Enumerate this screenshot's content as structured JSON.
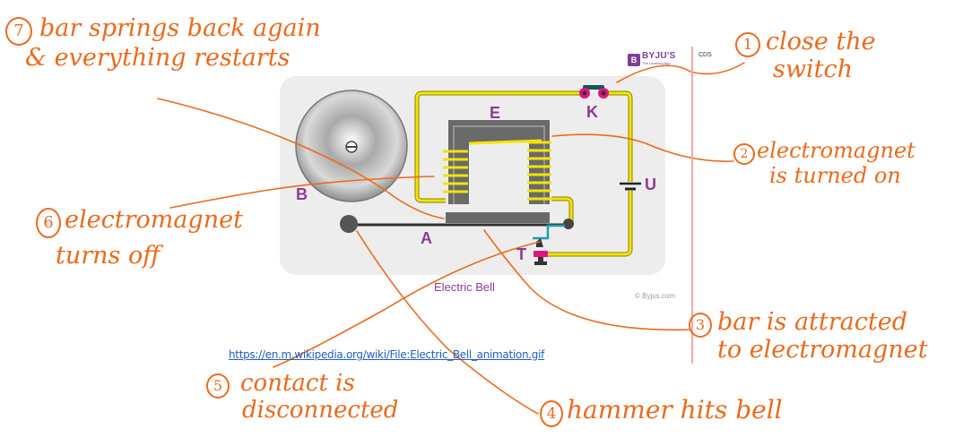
{
  "diagram": {
    "title": "Electric Bell",
    "copyright": "© Byjus.com",
    "brand": {
      "name": "BYJU'S",
      "tagline": "The Learning App",
      "icon": "B"
    },
    "corner_tag": "CDS",
    "source_link": "https://en.m.wikipedia.org/wiki/File:Electric_Bell_animation.gif",
    "component_labels": {
      "bell": "B",
      "electromagnet": "E",
      "switch": "K",
      "battery": "U",
      "armature": "A",
      "contact": "T"
    },
    "colors": {
      "annotation": "#ec6a1c",
      "label": "#8b3d93",
      "wire": "#f5e400",
      "core": "#6a6a6a",
      "switch_terminal": "#e0147f",
      "contact_spring": "#1b9fb0",
      "margin_line": "#f2a7a8",
      "panel": "#ededed"
    }
  },
  "annotations": [
    {
      "num": "1",
      "line1": "close the",
      "line2": "switch"
    },
    {
      "num": "2",
      "line1": "electromagnet",
      "line2": "is turned on"
    },
    {
      "num": "3",
      "line1": "bar is attracted",
      "line2": "to electromagnet"
    },
    {
      "num": "4",
      "line1": "hammer hits bell",
      "line2": ""
    },
    {
      "num": "5",
      "line1": "contact is",
      "line2": "disconnected"
    },
    {
      "num": "6",
      "line1": "electromagnet",
      "line2": "turns off"
    },
    {
      "num": "7",
      "line1": "bar springs back again",
      "line2": "& everything restarts"
    }
  ]
}
